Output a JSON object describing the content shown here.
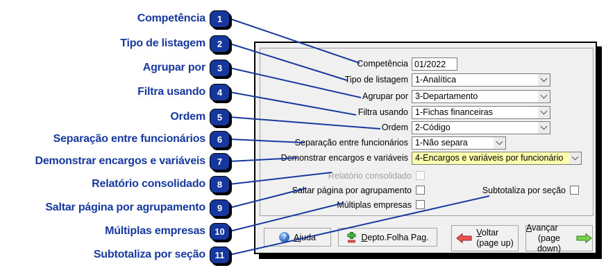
{
  "colors": {
    "accent_navy": "#17399e",
    "badge_fill": "#16379d",
    "highlight_yellow": "#fdfdae",
    "dialog_bg": "#f0f0f0",
    "back_arrow_red": "#ef5350",
    "forward_arrow_green": "#7ed14f"
  },
  "icons": {
    "help_glyph": "?"
  },
  "callouts": [
    {
      "number": "1",
      "label": "Competência"
    },
    {
      "number": "2",
      "label": "Tipo de listagem"
    },
    {
      "number": "3",
      "label": "Agrupar por"
    },
    {
      "number": "4",
      "label": "Filtra usando"
    },
    {
      "number": "5",
      "label": "Ordem"
    },
    {
      "number": "6",
      "label": "Separação entre funcionários"
    },
    {
      "number": "7",
      "label": "Demonstrar encargos e variáveis"
    },
    {
      "number": "8",
      "label": "Relatório consolidado"
    },
    {
      "number": "9",
      "label": "Saltar página por agrupamento"
    },
    {
      "number": "10",
      "label": "Múltiplas empresas"
    },
    {
      "number": "11",
      "label": "Subtotaliza por seção"
    }
  ],
  "dialog": {
    "fields": {
      "competencia": {
        "label": "Competência",
        "value": "01/2022"
      },
      "tipo_listagem": {
        "label": "Tipo de listagem",
        "value": "1-Analítica"
      },
      "agrupar_por": {
        "label": "Agrupar por",
        "value": "3-Departamento"
      },
      "filtra_usando": {
        "label": "Filtra usando",
        "value": "1-Fichas financeiras"
      },
      "ordem": {
        "label": "Ordem",
        "value": "2-Código"
      },
      "separacao": {
        "label": "Separação entre funcionários",
        "value": "1-Não separa"
      },
      "demonstrar": {
        "label": "Demonstrar encargos e variáveis",
        "value": "4-Encargos e variáveis por funcionário"
      },
      "relatorio_consolidado": {
        "label": "Relatório consolidado",
        "checked": false,
        "disabled": true
      },
      "saltar_pagina": {
        "label": "Saltar página por agrupamento",
        "checked": false
      },
      "subtotaliza": {
        "label": "Subtotaliza por seção",
        "checked": false
      },
      "multiplas_empresas": {
        "label": "Múltiplas empresas",
        "checked": false
      }
    },
    "buttons": {
      "ajuda": {
        "accel": "A",
        "rest": "juda"
      },
      "depto": {
        "accel": "D",
        "rest": "epto.Folha Pag."
      },
      "voltar": {
        "accel": "V",
        "rest": "oltar",
        "sub": "(page up)"
      },
      "avancar": {
        "accel": "A",
        "rest": "vançar",
        "sub": "(page down)"
      }
    }
  }
}
